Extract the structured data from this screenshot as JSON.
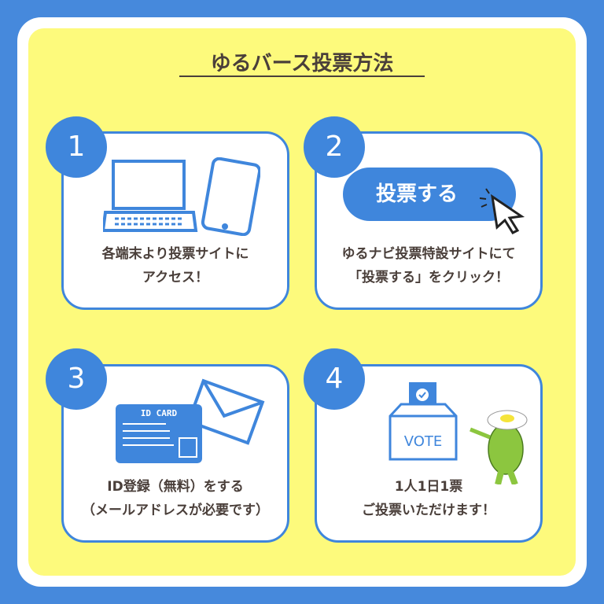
{
  "title": "ゆるバース投票方法",
  "steps": [
    {
      "number": "1",
      "lines": [
        "各端末より投票サイトに",
        "アクセス！"
      ]
    },
    {
      "number": "2",
      "button": "投票する",
      "lines": [
        "ゆるナビ投票特設サイトにて",
        "「投票する」をクリック！"
      ]
    },
    {
      "number": "3",
      "card_label": "ID CARD",
      "lines": [
        "ID登録（無料）をする",
        "（メールアドレスが必要です）"
      ]
    },
    {
      "number": "4",
      "box_label": "VOTE",
      "lines": [
        "1人1日1票",
        "ご投票いただけます！"
      ]
    }
  ],
  "colors": {
    "blue": "#3f86dc",
    "yellow": "#fdfa7c",
    "text": "#4a3f3a"
  }
}
